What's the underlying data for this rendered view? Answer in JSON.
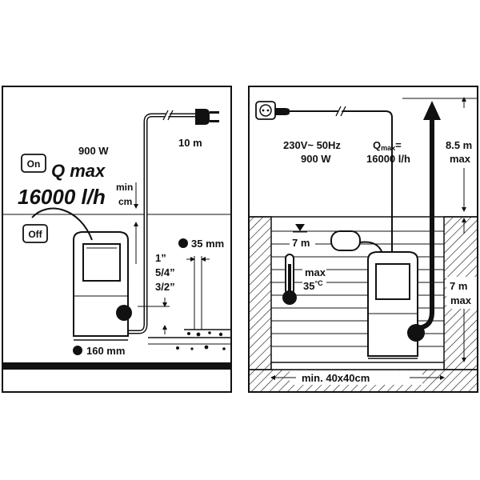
{
  "left_panel": {
    "power_label": "900 W",
    "cable_length": "10 m",
    "switch_on": "On",
    "switch_off": "Off",
    "flow_title": "Q max",
    "flow_value": "16000 l/h",
    "min_level_label": "min",
    "min_level_unit": "cm",
    "particle_size": "35 mm",
    "hose_size_1": "1”",
    "hose_size_2": "5/4”",
    "hose_size_3": "3/2”",
    "drain_depth": "160 mm"
  },
  "right_panel": {
    "voltage": "230V~ 50Hz",
    "power": "900 W",
    "flow_label": "Q",
    "flow_sub": "max",
    "flow_eq": "=",
    "flow_value": "16000 l/h",
    "head_height": "8.5 m",
    "head_max": "max",
    "float_cable": "7 m",
    "temp_max": "max",
    "temp_value": "35",
    "temp_unit": "°C",
    "depth_value": "7 m",
    "depth_max": "max",
    "pit_size": "min. 40x40cm"
  },
  "colors": {
    "ink": "#111111",
    "paper": "#ffffff"
  }
}
